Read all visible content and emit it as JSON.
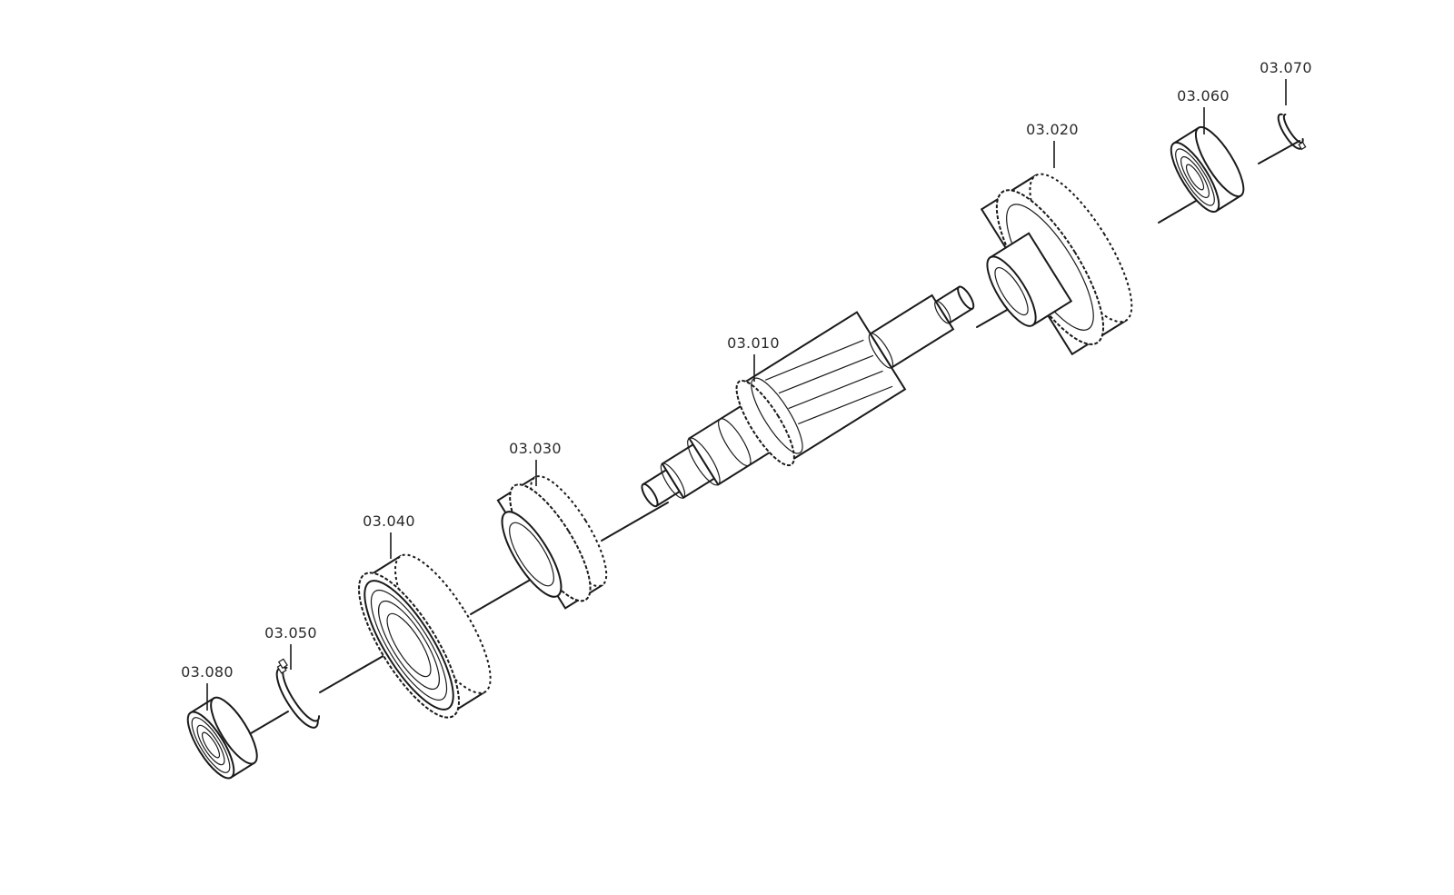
{
  "parts": {
    "p010": {
      "label": "03.010"
    },
    "p020": {
      "label": "03.020"
    },
    "p030": {
      "label": "03.030"
    },
    "p040": {
      "label": "03.040"
    },
    "p050": {
      "label": "03.050"
    },
    "p060": {
      "label": "03.060"
    },
    "p070": {
      "label": "03.070"
    },
    "p080": {
      "label": "03.080"
    }
  }
}
